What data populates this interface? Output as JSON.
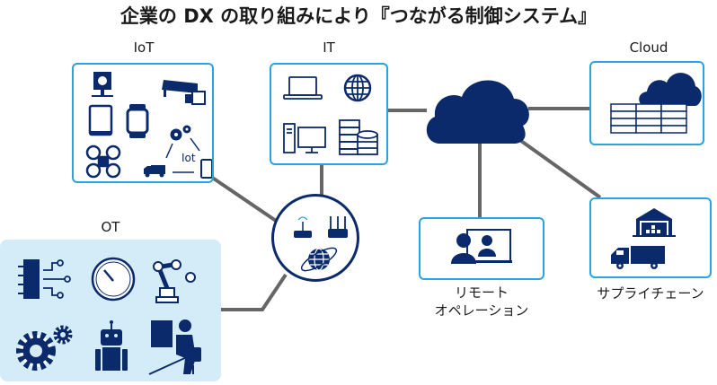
{
  "title": "企業の DX の取り組みにより『つながる制御システム』",
  "colors": {
    "navy": "#0b2a6b",
    "box_border": "#2aa3e0",
    "ot_fill": "#d4ebf8",
    "connector": "#666666"
  },
  "nodes": {
    "iot": {
      "label": "IoT",
      "icons": [
        "webcam-icon",
        "security-camera-icon",
        "tablet-icon",
        "smartwatch-icon",
        "gears-icon",
        "drone-icon",
        "truck-icon",
        "smartphone-icon"
      ],
      "inner_text": "Iot"
    },
    "it": {
      "label": "IT",
      "icons": [
        "laptop-icon",
        "globe-icon",
        "desktop-pc-icon",
        "server-database-icon"
      ]
    },
    "cloud": {
      "label": "Cloud",
      "icons": [
        "cloud-icon",
        "server-rack-icon"
      ]
    },
    "ot": {
      "label": "OT",
      "icons": [
        "circuit-chip-icon",
        "gauge-icon",
        "robot-arm-icon",
        "gears-icon",
        "robot-icon",
        "operator-at-desk-icon"
      ]
    },
    "network_hub": {
      "icons": [
        "wifi-router-icon",
        "router-icon",
        "globe-orbit-icon"
      ]
    },
    "internet_cloud": {
      "icons": [
        "cloud-icon"
      ]
    },
    "remote_operation": {
      "label_line1": "リモート",
      "label_line2": "オペレーション",
      "icons": [
        "video-conference-icon"
      ]
    },
    "supply_chain": {
      "label": "サプライチェーン",
      "icons": [
        "warehouse-icon",
        "delivery-truck-icon"
      ]
    }
  },
  "connections": [
    [
      "iot",
      "network_hub"
    ],
    [
      "it",
      "network_hub"
    ],
    [
      "ot",
      "network_hub"
    ],
    [
      "it",
      "internet_cloud"
    ],
    [
      "internet_cloud",
      "cloud"
    ],
    [
      "internet_cloud",
      "remote_operation"
    ],
    [
      "internet_cloud",
      "supply_chain"
    ]
  ]
}
